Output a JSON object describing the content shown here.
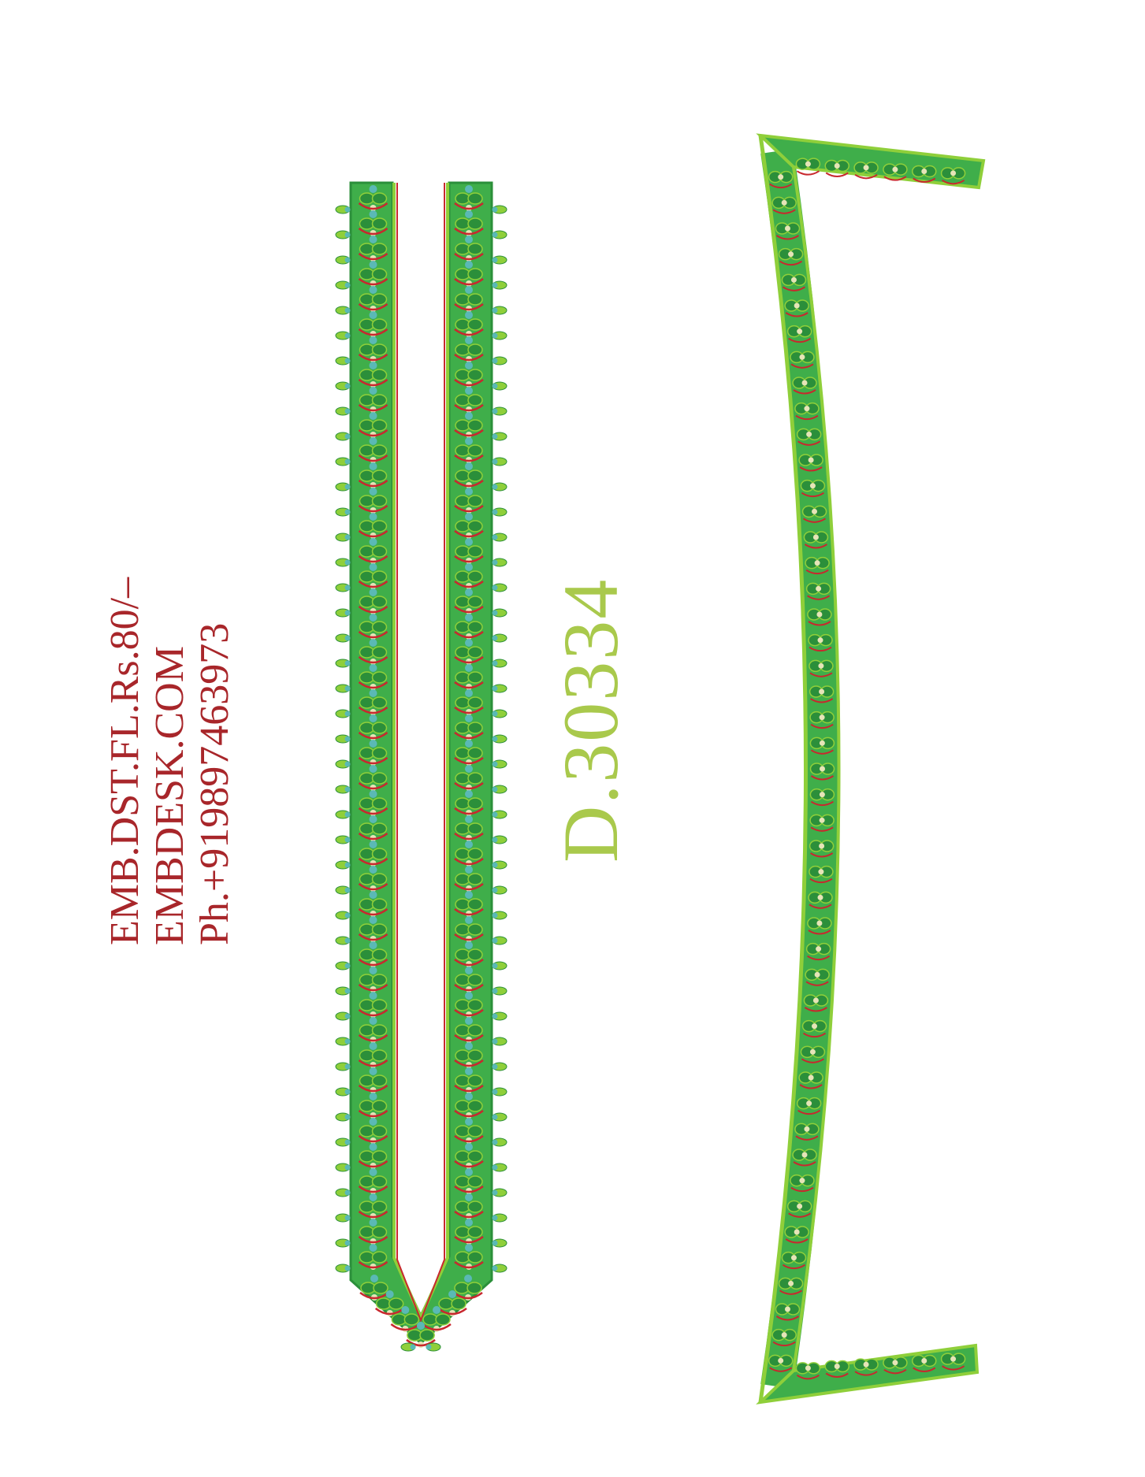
{
  "header": {
    "lines": [
      "EMB.DST.FL.Rs.80/–",
      "EMBDESK.COM",
      "Ph.+919897463973"
    ]
  },
  "design": {
    "code": "D.30334"
  },
  "colors": {
    "info_text": "#a8262a",
    "code_text": "#a9c94c",
    "border_green": "#3fae4a",
    "border_dark_green": "#2b8f3a",
    "lime": "#8fcf3a",
    "red": "#c8282e",
    "teal": "#5ab9b5",
    "cream": "#e6e4b8"
  },
  "icons": {
    "neckline": "embroidery-neckline-v-border-icon",
    "hem": "embroidery-curved-hem-border-icon"
  }
}
